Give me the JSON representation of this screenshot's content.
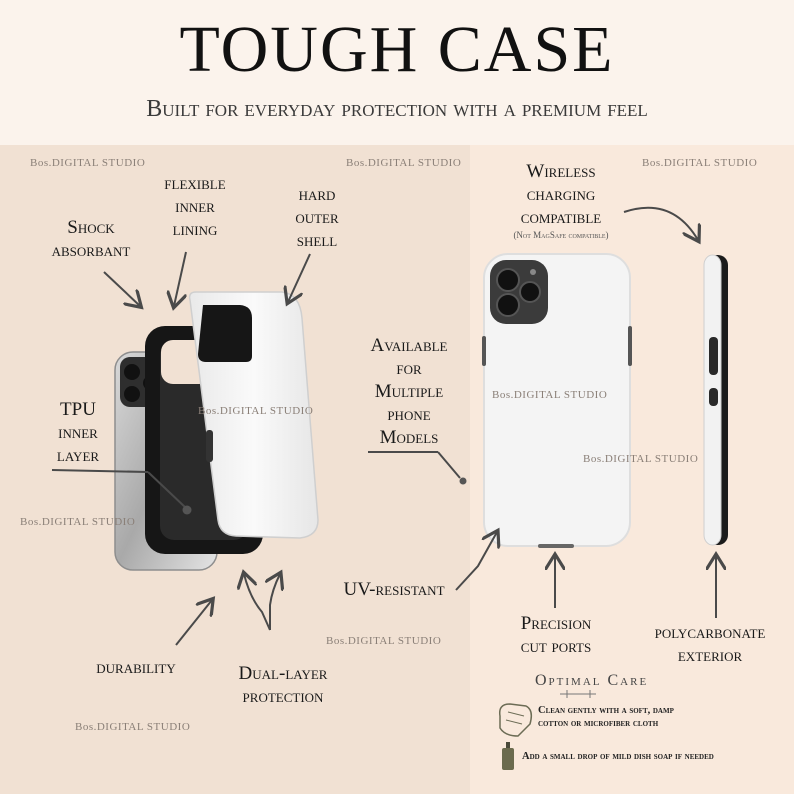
{
  "header": {
    "title": "TOUGH CASE",
    "subtitle": "Built for everyday protection with a premium feel"
  },
  "labels": {
    "shock": "Shock\nabsorbant",
    "flexible": "flexible\ninner\nlining",
    "hard": "hard\nouter\nshell",
    "tpu": "TPU\ninner\nlayer",
    "durability": "durability",
    "dual": "Dual-layer\nprotection",
    "available": "Available\nfor\nMultiple\nphone\nModels",
    "uv": "UV-resistant",
    "wireless": "Wireless\ncharging\ncompatible",
    "magsafe": "(Not MagSafe compatible)",
    "ports": "Precision\ncut ports",
    "poly": "polycarbonate\nexterior"
  },
  "watermark": "Bos.DIGITAL STUDIO",
  "care": {
    "title": "Optimal  Care",
    "line1": "Clean gently with a soft, damp\ncotton or microfiber cloth",
    "line2": "Add a small drop of mild dish soap if needed"
  },
  "colors": {
    "text": "#1c1c1c",
    "arrow": "#4a4a4a",
    "case_white": "#f2f2f2",
    "case_black": "#1a1a1a"
  },
  "icons": [
    "cloth-icon",
    "soap-bottle-icon"
  ]
}
